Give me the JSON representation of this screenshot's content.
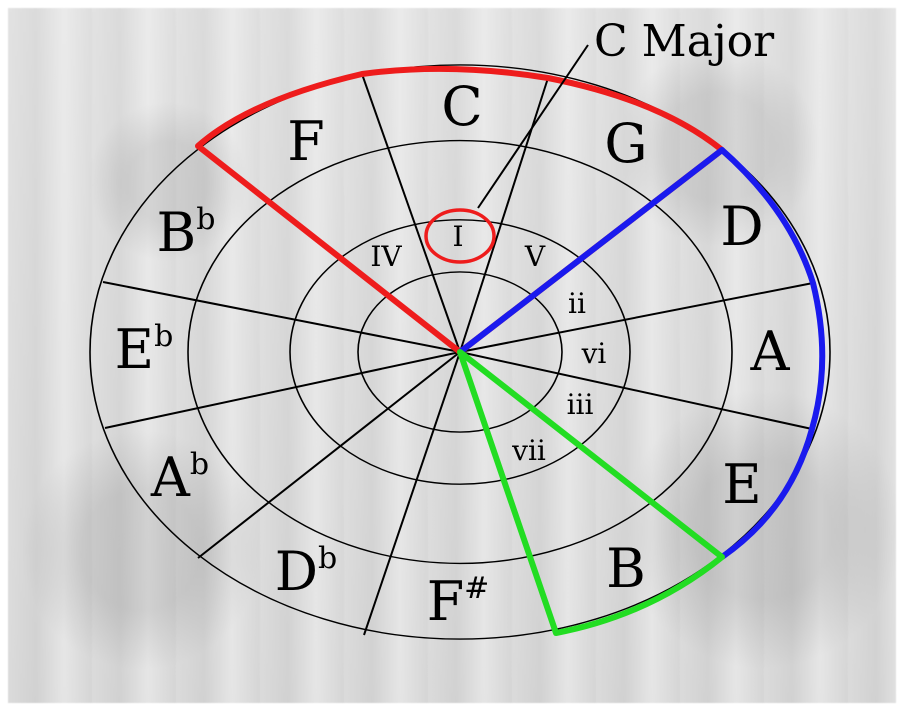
{
  "callout": {
    "label": "C Major"
  },
  "notes": [
    {
      "id": "C",
      "root": "C",
      "sup": ""
    },
    {
      "id": "G",
      "root": "G",
      "sup": ""
    },
    {
      "id": "D",
      "root": "D",
      "sup": ""
    },
    {
      "id": "A",
      "root": "A",
      "sup": ""
    },
    {
      "id": "E",
      "root": "E",
      "sup": ""
    },
    {
      "id": "B",
      "root": "B",
      "sup": ""
    },
    {
      "id": "Fs",
      "root": "F",
      "sup": "#"
    },
    {
      "id": "Db",
      "root": "D",
      "sup": "b"
    },
    {
      "id": "Ab",
      "root": "A",
      "sup": "b"
    },
    {
      "id": "Eb",
      "root": "E",
      "sup": "b"
    },
    {
      "id": "Bb",
      "root": "B",
      "sup": "b"
    },
    {
      "id": "F",
      "root": "F",
      "sup": ""
    }
  ],
  "degrees": [
    {
      "id": "I",
      "text": "I"
    },
    {
      "id": "V",
      "text": "V"
    },
    {
      "id": "ii",
      "text": "ii"
    },
    {
      "id": "vi",
      "text": "vi"
    },
    {
      "id": "iii",
      "text": "iii"
    },
    {
      "id": "vii",
      "text": "vii"
    },
    {
      "id": "IV",
      "text": "IV"
    }
  ],
  "colors": {
    "major_highlight": "#ee1c1c",
    "minor_highlight": "#1a1aee",
    "dim_highlight": "#22dd22",
    "lines": "#000000"
  }
}
